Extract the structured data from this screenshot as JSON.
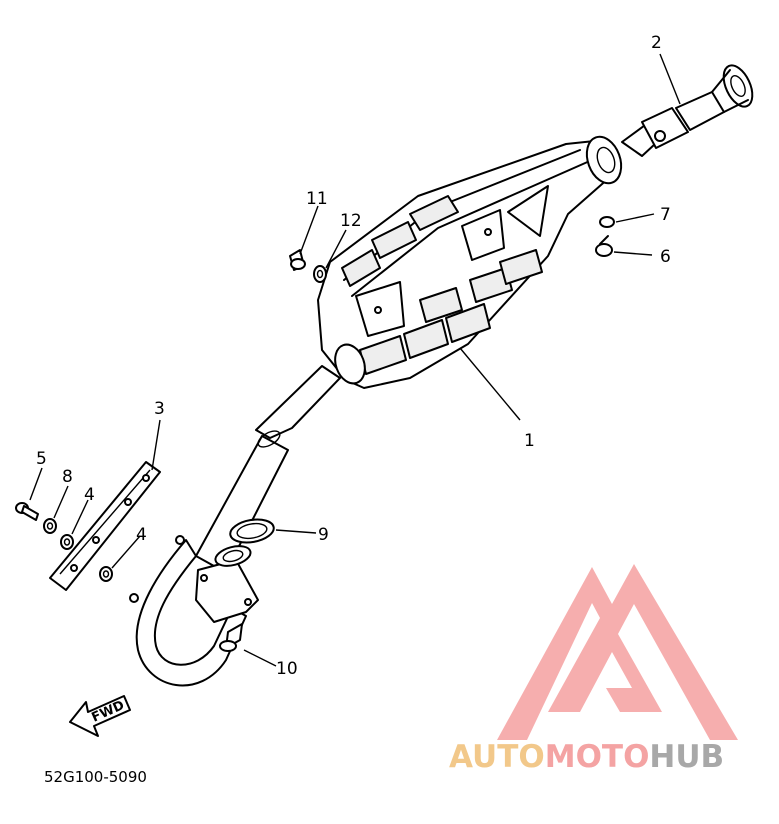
{
  "diagram": {
    "drawing_code": "52G100-5090",
    "fwd_label": "FWD",
    "callouts": {
      "c1": "1",
      "c2": "2",
      "c3": "3",
      "c4a": "4",
      "c4b": "4",
      "c5": "5",
      "c6": "6",
      "c7": "7",
      "c8": "8",
      "c9": "9",
      "c10": "10",
      "c11": "11",
      "c12": "12"
    }
  },
  "watermark": {
    "part1": "AUTO",
    "part2": "MOTO",
    "part3": "HUB",
    "colors": {
      "auto": "#f2c88a",
      "moto": "#f4a3a3",
      "hub": "#a8a8a8",
      "mark": "#f08a8a"
    }
  }
}
